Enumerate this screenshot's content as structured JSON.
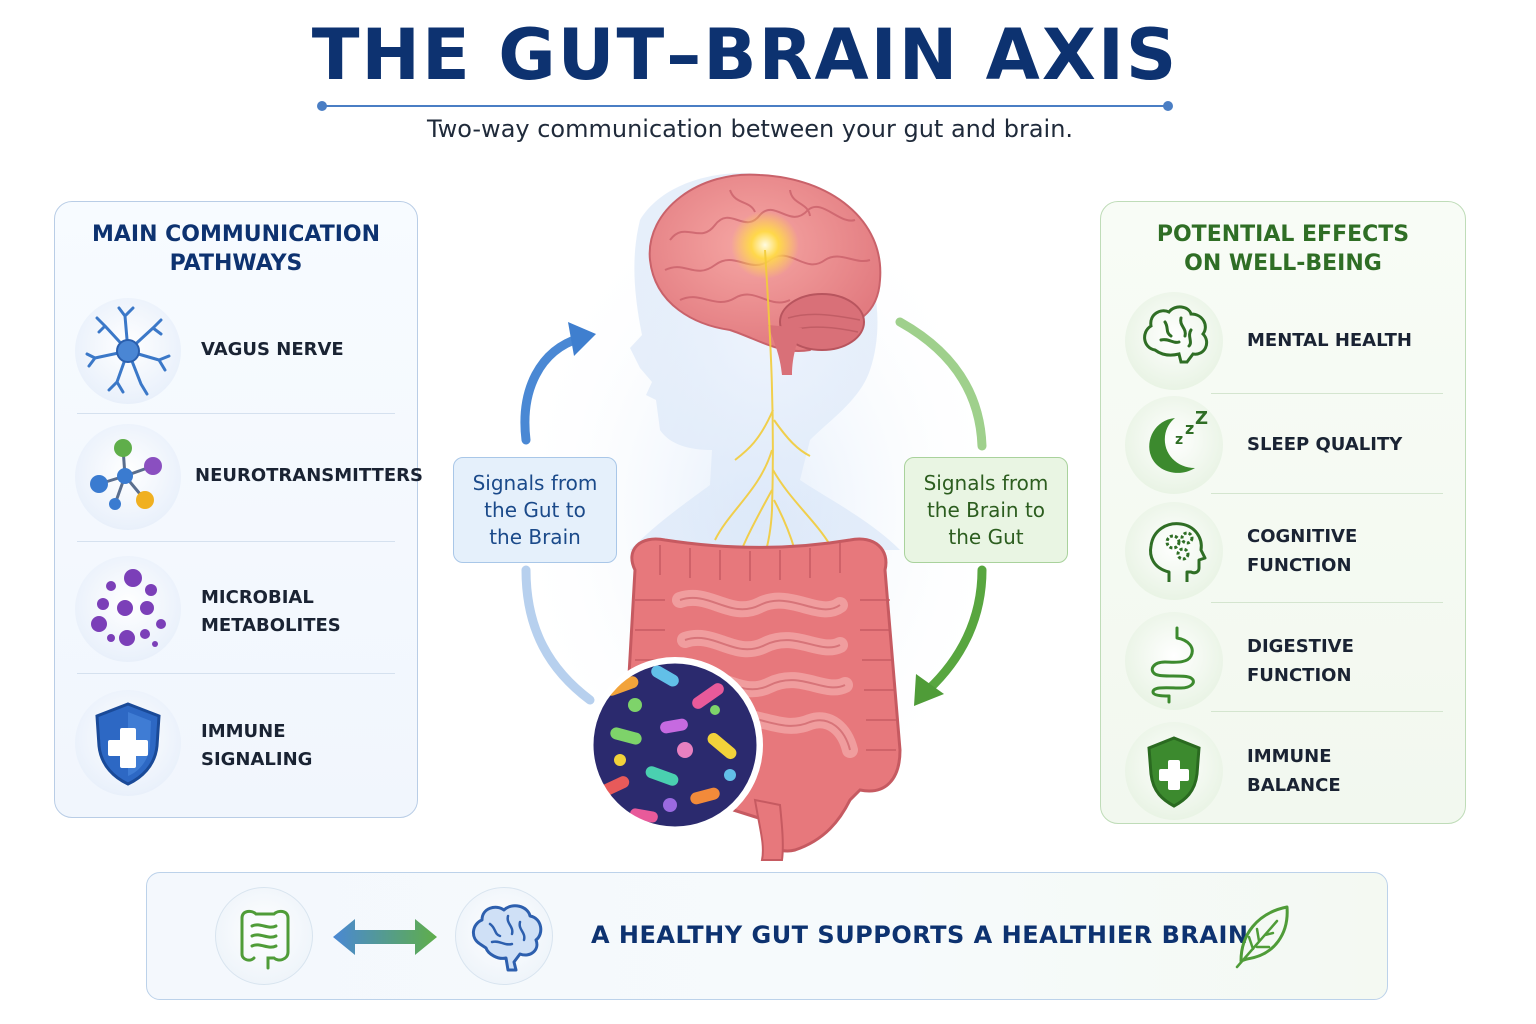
{
  "title": "THE GUT–BRAIN AXIS",
  "subtitle": "Two-way communication between your gut and brain.",
  "left_panel": {
    "title_line1": "MAIN COMMUNICATION",
    "title_line2": "PATHWAYS",
    "items": [
      {
        "line1": "VAGUS NERVE",
        "line2": "",
        "icon": "neuron-icon"
      },
      {
        "line1": "NEUROTRANSMITTERS",
        "line2": "",
        "icon": "molecule-icon"
      },
      {
        "line1": "MICROBIAL",
        "line2": "METABOLITES",
        "icon": "metabolite-dots-icon"
      },
      {
        "line1": "IMMUNE",
        "line2": "SIGNALING",
        "icon": "shield-plus-icon"
      }
    ]
  },
  "center": {
    "signal_left": {
      "line1": "Signals from",
      "line2": "the Gut to",
      "line3": "the Brain"
    },
    "signal_right": {
      "line1": "Signals from",
      "line2": "the Brain to",
      "line3": "the Gut"
    }
  },
  "right_panel": {
    "title_line1": "POTENTIAL EFFECTS",
    "title_line2": "ON WELL-BEING",
    "items": [
      {
        "line1": "MENTAL HEALTH",
        "line2": "",
        "icon": "brain-icon"
      },
      {
        "line1": "SLEEP QUALITY",
        "line2": "",
        "icon": "moon-zzz-icon"
      },
      {
        "line1": "COGNITIVE",
        "line2": "FUNCTION",
        "icon": "head-gears-icon"
      },
      {
        "line1": "DIGESTIVE",
        "line2": "FUNCTION",
        "icon": "stomach-icon"
      },
      {
        "line1": "IMMUNE",
        "line2": "BALANCE",
        "icon": "shield-plus-icon"
      }
    ]
  },
  "banner": {
    "text": "A HEALTHY GUT SUPPORTS A HEALTHIER BRAIN",
    "icons": [
      "intestine-icon",
      "double-arrow-icon",
      "brain-icon",
      "leaf-icon"
    ]
  },
  "colors": {
    "navy": "#0d3270",
    "blue": "#4a8bd6",
    "green": "#5fae4a",
    "dark_green": "#2f6e25"
  }
}
